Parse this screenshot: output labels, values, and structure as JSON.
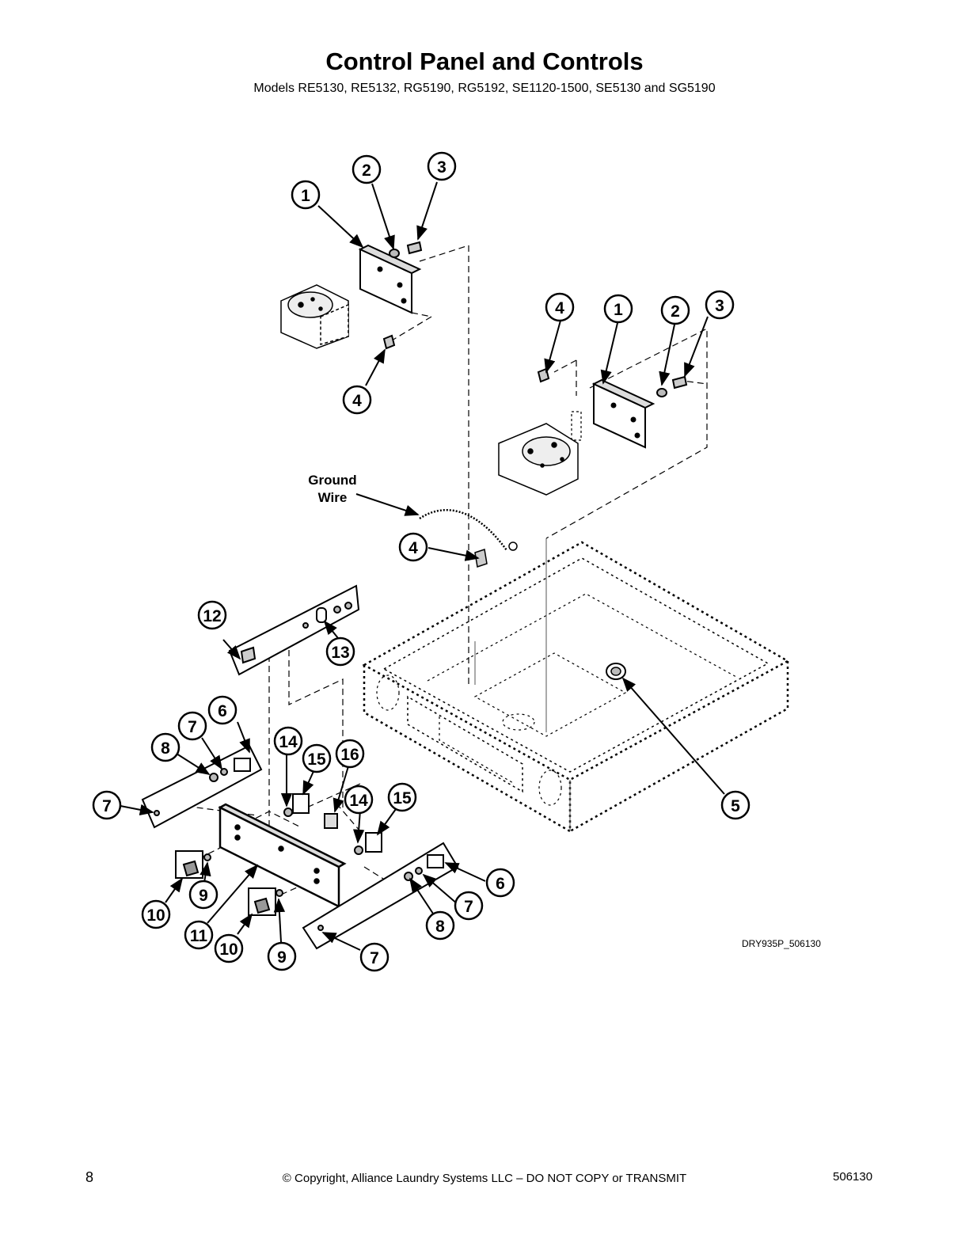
{
  "title": "Control Panel and Controls",
  "subtitle": "Models RE5130, RE5132, RG5190, RG5192, SE1120-1500, SE5130 and SG5190",
  "drawing_code": "DRY935P_506130",
  "ground_wire_label": [
    "Ground",
    "Wire"
  ],
  "callouts": [
    "1",
    "2",
    "3",
    "1",
    "2",
    "3",
    "4",
    "4",
    "4",
    "5",
    "6",
    "7",
    "8",
    "7",
    "12",
    "13",
    "14",
    "15",
    "16",
    "14",
    "15",
    "10",
    "9",
    "11",
    "10",
    "9",
    "6",
    "7",
    "8",
    "7"
  ],
  "footer": {
    "page_number": "8",
    "copyright": "© Copyright, Alliance Laundry Systems LLC – DO NOT COPY or TRANSMIT",
    "doc_number": "506130"
  }
}
